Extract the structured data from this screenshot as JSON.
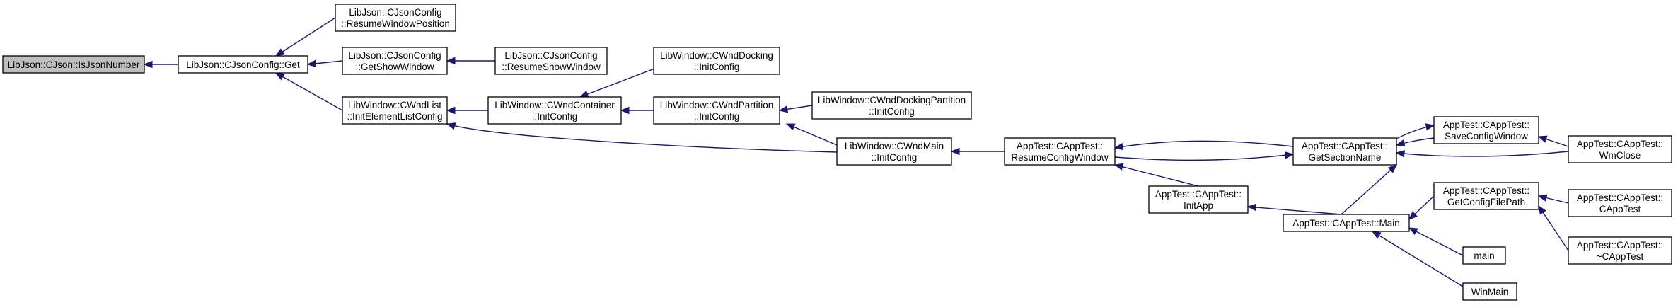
{
  "colors": {
    "edge": "#191970",
    "node_border": "#000000",
    "node_fill": "#ffffff",
    "root_fill": "#bfbfbf",
    "background": "#ffffff"
  },
  "nodes": [
    {
      "id": "isjsonnumber",
      "lines": [
        "LibJson::CJson::IsJsonNumber"
      ],
      "root": true
    },
    {
      "id": "cjsonconfig-get",
      "lines": [
        "LibJson::CJsonConfig::Get"
      ]
    },
    {
      "id": "resumewindowposition",
      "lines": [
        "LibJson::CJsonConfig",
        "::ResumeWindowPosition"
      ]
    },
    {
      "id": "getshowwindow",
      "lines": [
        "LibJson::CJsonConfig",
        "::GetShowWindow"
      ]
    },
    {
      "id": "resumeshowwindow",
      "lines": [
        "LibJson::CJsonConfig",
        "::ResumeShowWindow"
      ]
    },
    {
      "id": "initelementlistconfig",
      "lines": [
        "LibWindow::CWndList",
        "::InitElementListConfig"
      ]
    },
    {
      "id": "cwndcontainer-initconfig",
      "lines": [
        "LibWindow::CWndContainer",
        "::InitConfig"
      ]
    },
    {
      "id": "cwnddocking-initconfig",
      "lines": [
        "LibWindow::CWndDocking",
        "::InitConfig"
      ]
    },
    {
      "id": "cwndpartition-initconfig",
      "lines": [
        "LibWindow::CWndPartition",
        "::InitConfig"
      ]
    },
    {
      "id": "cwnddockingpartition-initconfig",
      "lines": [
        "LibWindow::CWndDockingPartition",
        "::InitConfig"
      ]
    },
    {
      "id": "cwndmain-initconfig",
      "lines": [
        "LibWindow::CWndMain",
        "::InitConfig"
      ]
    },
    {
      "id": "resumeconfigwindow",
      "lines": [
        "AppTest::CAppTest::",
        "ResumeConfigWindow"
      ]
    },
    {
      "id": "getsectionname",
      "lines": [
        "AppTest::CAppTest::",
        "GetSectionName"
      ]
    },
    {
      "id": "saveconfigwindow",
      "lines": [
        "AppTest::CAppTest::",
        "SaveConfigWindow"
      ]
    },
    {
      "id": "wmclose",
      "lines": [
        "AppTest::CAppTest::",
        "WmClose"
      ]
    },
    {
      "id": "initapp",
      "lines": [
        "AppTest::CAppTest::",
        "InitApp"
      ]
    },
    {
      "id": "apptest-main",
      "lines": [
        "AppTest::CAppTest::Main"
      ]
    },
    {
      "id": "getconfigfilepath",
      "lines": [
        "AppTest::CAppTest::",
        "GetConfigFilePath"
      ]
    },
    {
      "id": "capptest-ctor",
      "lines": [
        "AppTest::CAppTest::",
        "CAppTest"
      ]
    },
    {
      "id": "capptest-dtor",
      "lines": [
        "AppTest::CAppTest::",
        "~CAppTest"
      ]
    },
    {
      "id": "main",
      "lines": [
        "main"
      ]
    },
    {
      "id": "winmain",
      "lines": [
        "WinMain"
      ]
    }
  ]
}
